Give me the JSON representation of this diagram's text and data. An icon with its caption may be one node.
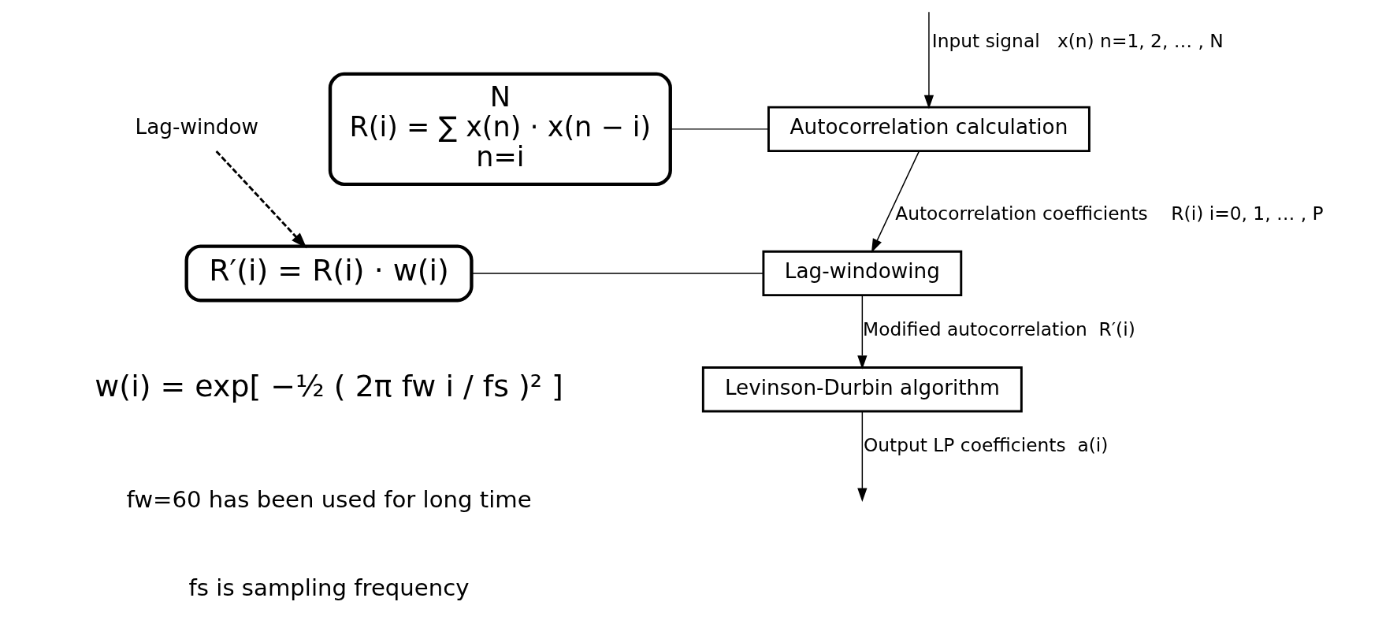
{
  "diagram": {
    "nodes": [
      {
        "text": [
          "Autocorrelation calculation"
        ]
      },
      {
        "text": [
          "N",
          "R(i) = ∑ x(n) · x(n − i)",
          "n=i"
        ]
      },
      {
        "text": [
          "Lag-windowing"
        ]
      },
      {
        "text": [
          "R′(i) = R(i) · w(i)"
        ]
      },
      {
        "text": [
          "Levinson-Durbin algorithm"
        ]
      },
      {
        "text": [
          "Lag-window"
        ]
      }
    ],
    "edges": [
      {
        "from": null,
        "to": 0,
        "arrow": "to",
        "label": "Input signal   x(n) n=1, 2, … , N"
      },
      {
        "from": 1,
        "to": 0,
        "arrow": "none"
      },
      {
        "from": 0,
        "to": 2,
        "arrow": "to",
        "label": "Autocorrelation coefficients    R(i) i=0, 1, … , P"
      },
      {
        "from": 5,
        "to": 3,
        "arrow": "to",
        "style": "dashed"
      },
      {
        "from": 3,
        "to": 2,
        "arrow": "none"
      },
      {
        "from": 2,
        "to": 4,
        "arrow": "to",
        "label": "Modified autocorrelation  R′(i)"
      },
      {
        "from": 4,
        "to": null,
        "arrow": "to",
        "label": "Output LP coefficients  a(i)"
      }
    ],
    "labels": [
      "w(i) = exp[ −½ ( 2π fw i / fs )² ]",
      "fw=60 has been used for long time",
      "fs is sampling frequency"
    ]
  }
}
